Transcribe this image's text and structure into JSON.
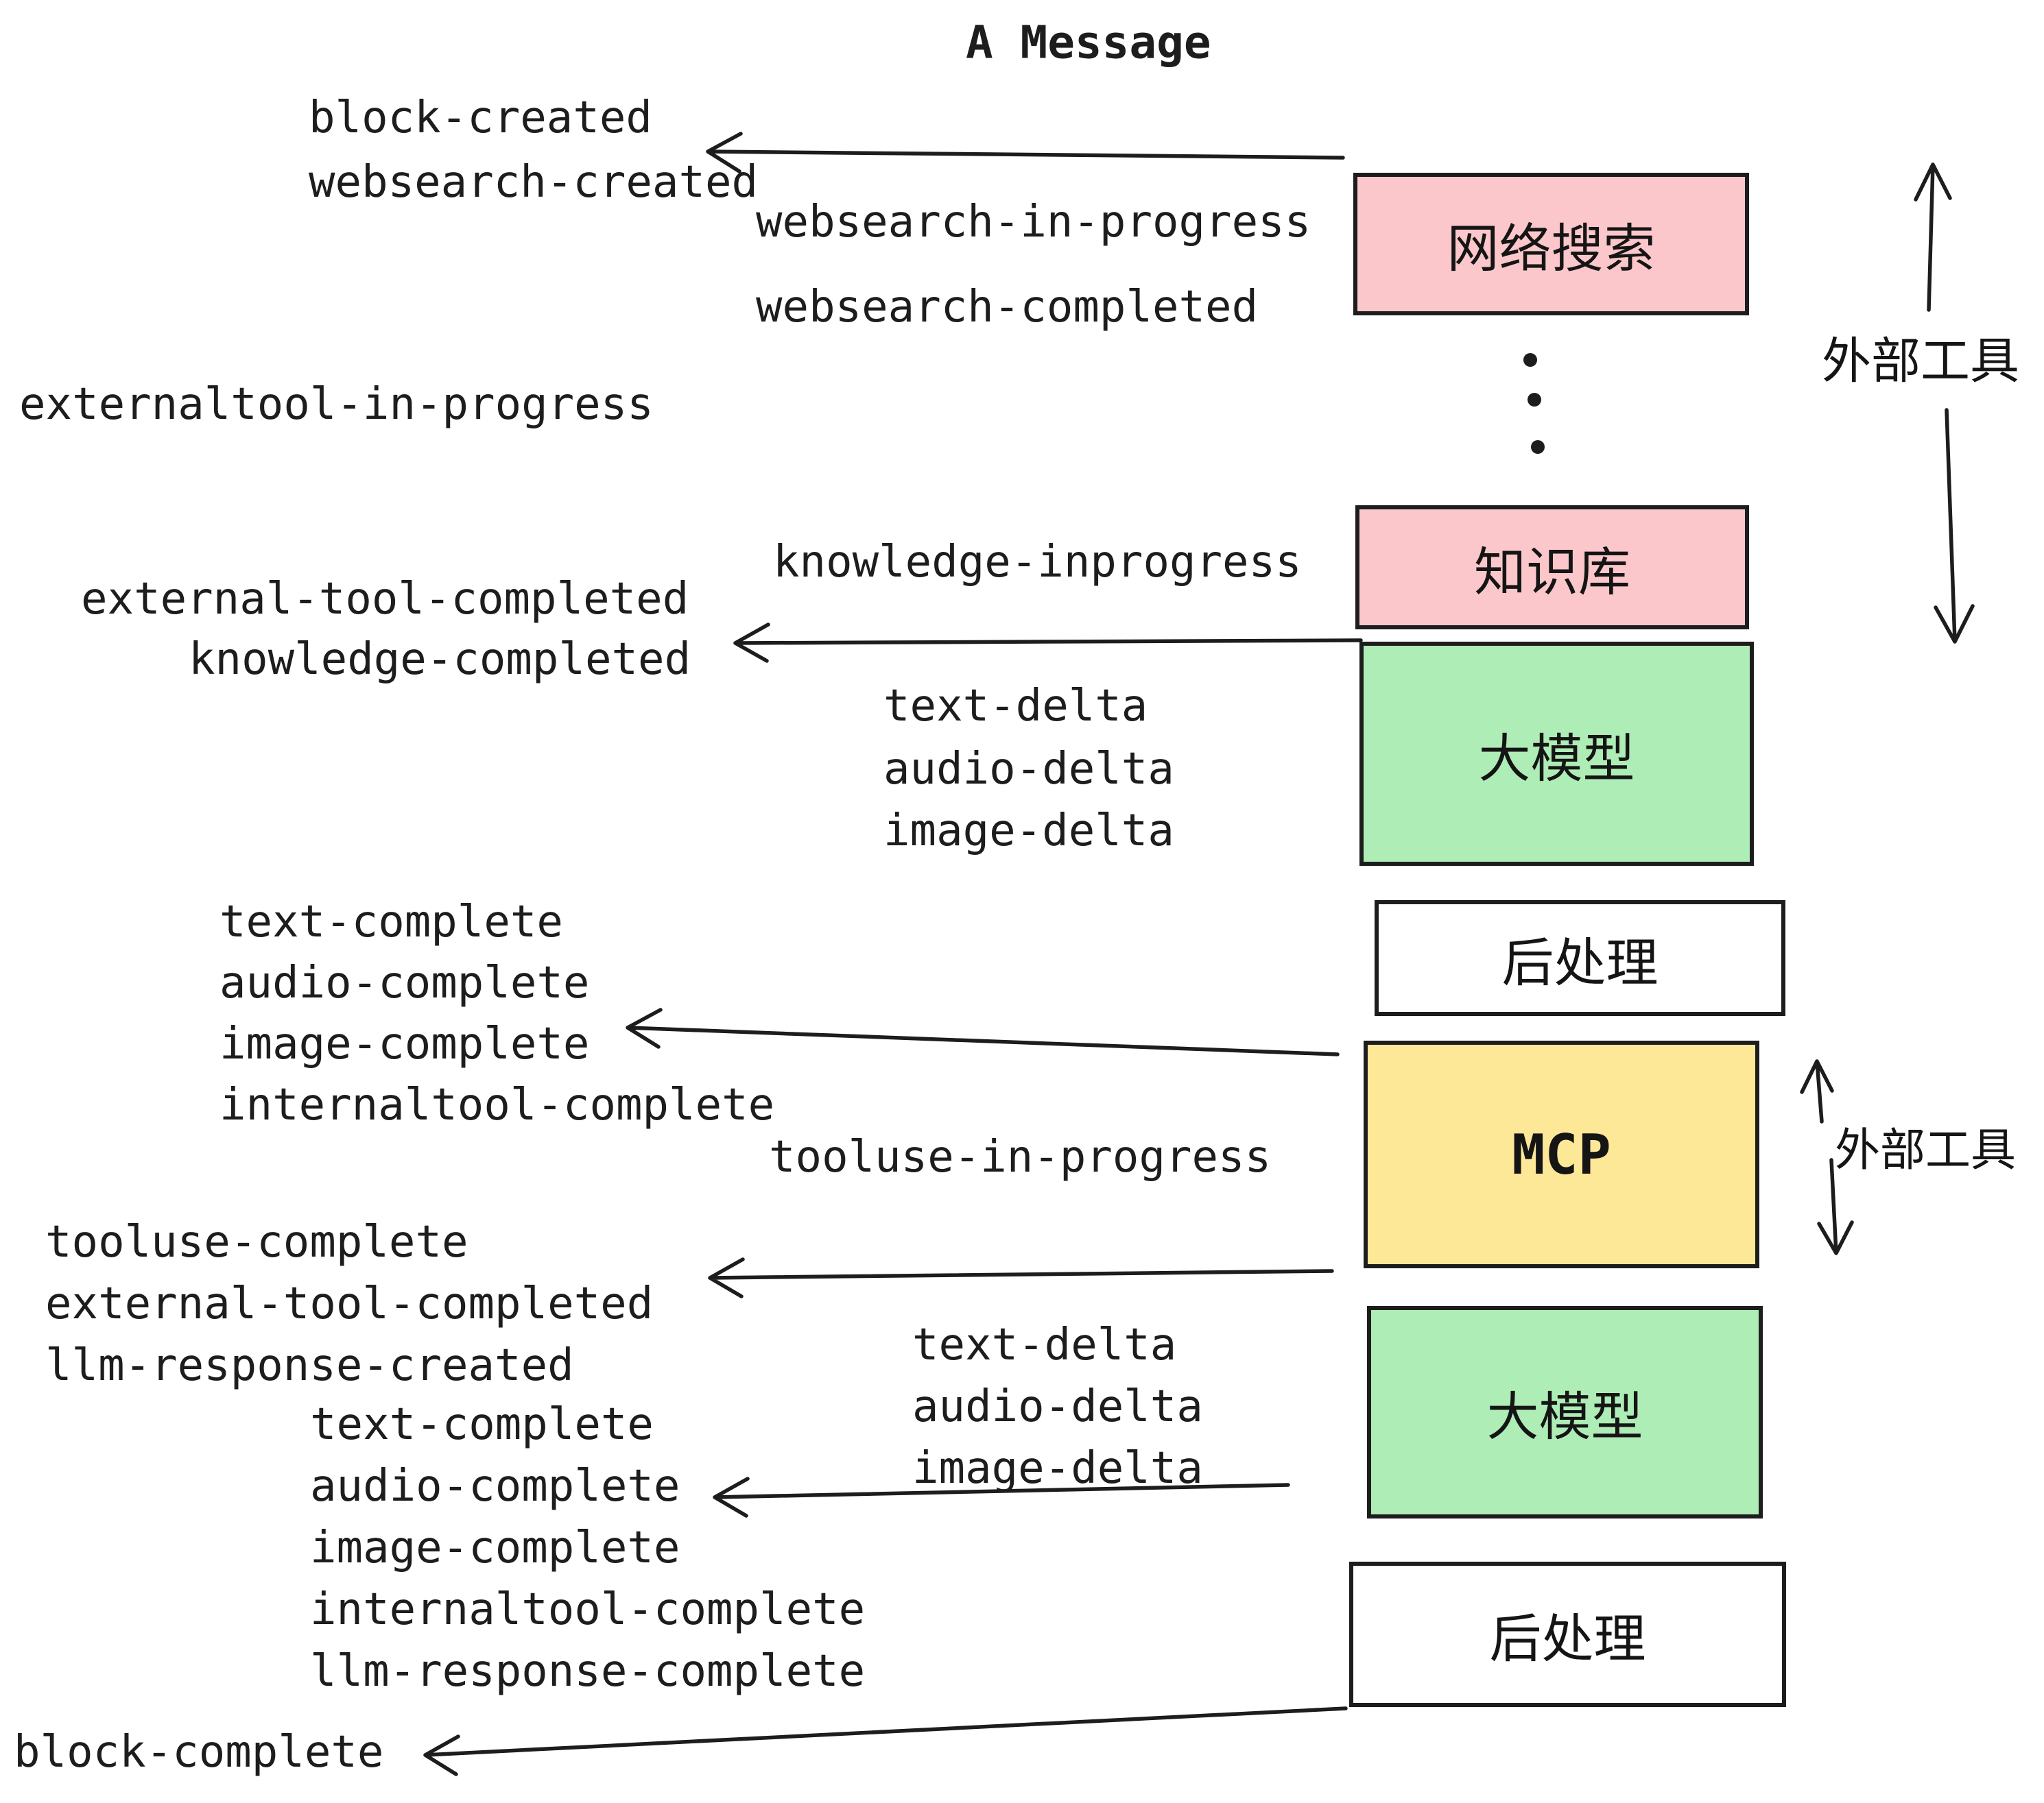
{
  "title": "A Message",
  "boxes": [
    {
      "label": "网络搜索",
      "kind": "external-tool"
    },
    {
      "label": "知识库",
      "kind": "external-tool"
    },
    {
      "label": "大模型",
      "kind": "model"
    },
    {
      "label": "后处理",
      "kind": "post-process"
    },
    {
      "label": "MCP",
      "kind": "external-tool"
    },
    {
      "label": "大模型",
      "kind": "model"
    },
    {
      "label": "后处理",
      "kind": "post-process"
    }
  ],
  "side_labels": {
    "external_tools_top": "外部工具",
    "external_tools_mcp": "外部工具"
  },
  "events": {
    "block_created": "block-created",
    "websearch_created": "websearch-created",
    "websearch_in_progress": "websearch-in-progress",
    "websearch_completed": "websearch-completed",
    "externaltool_in_progress": "externaltool-in-progress",
    "knowledge_inprogress": "knowledge-inprogress",
    "external_tool_completed": "external-tool-completed",
    "knowledge_completed": "knowledge-completed",
    "text_delta": "text-delta",
    "audio_delta": "audio-delta",
    "image_delta": "image-delta",
    "text_complete": "text-complete",
    "audio_complete": "audio-complete",
    "image_complete": "image-complete",
    "internaltool_complete": "internaltool-complete",
    "tooluse_in_progress": "tooluse-in-progress",
    "tooluse_complete": "tooluse-complete",
    "llm_response_created": "llm-response-created",
    "llm_response_complete": "llm-response-complete",
    "block_complete": "block-complete"
  },
  "colors": {
    "external_tool_box": "#fcc7cb",
    "model_box": "#aeedb6",
    "mcp_box": "#fde898",
    "plain_box": "#ffffff",
    "stroke": "#1d1d1d"
  }
}
